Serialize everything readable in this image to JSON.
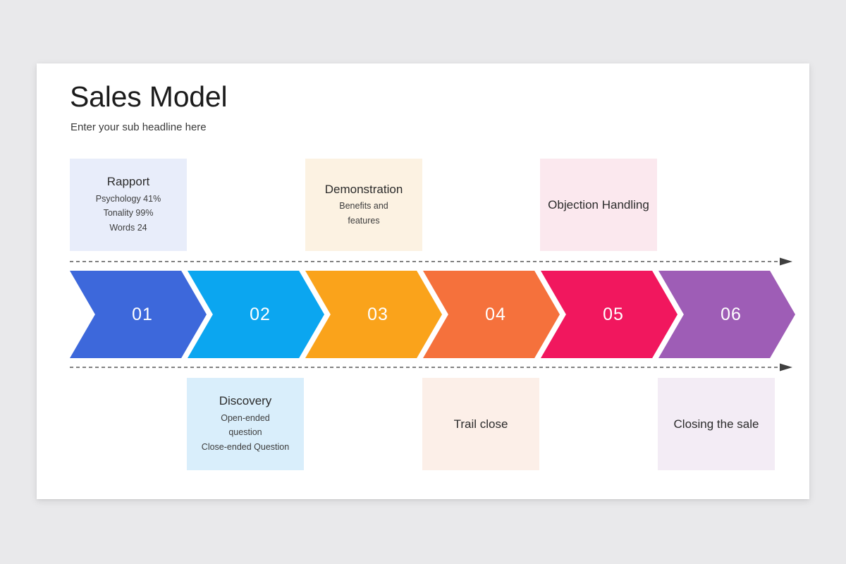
{
  "slide": {
    "title": "Sales Model",
    "subtitle": "Enter your sub headline here",
    "background": "#e9e9eb",
    "card_background": "#ffffff"
  },
  "top_boxes": [
    {
      "name": "rapport",
      "title": "Rapport",
      "lines": [
        "Psychology 41%",
        "Tonality 99%",
        "Words 24"
      ],
      "background": "#e8edfa"
    },
    {
      "name": "demonstration",
      "title": "Demonstration",
      "lines": [
        "Benefits and",
        "features"
      ],
      "background": "#fcf2e2"
    },
    {
      "name": "objection-handling",
      "title": "Objection Handling",
      "lines": [],
      "background": "#fbe8ee"
    }
  ],
  "bottom_boxes": [
    {
      "name": "discovery",
      "title": "Discovery",
      "lines": [
        "Open-ended",
        "question",
        "Close-ended Question"
      ],
      "background": "#d9eefb"
    },
    {
      "name": "trail-close",
      "title": "Trail close",
      "lines": [],
      "background": "#fcefe8"
    },
    {
      "name": "closing-the-sale",
      "title": "Closing the sale",
      "lines": [],
      "background": "#f3ecf5"
    }
  ],
  "chevrons": [
    {
      "label": "01",
      "color": "#3d68db"
    },
    {
      "label": "02",
      "color": "#0ba6f0"
    },
    {
      "label": "03",
      "color": "#faa31b"
    },
    {
      "label": "04",
      "color": "#f5713c"
    },
    {
      "label": "05",
      "color": "#f1175e"
    },
    {
      "label": "06",
      "color": "#9e5db6"
    }
  ],
  "arrows": {
    "color": "#585858",
    "style": "dashed-with-arrowhead",
    "count": 2
  }
}
